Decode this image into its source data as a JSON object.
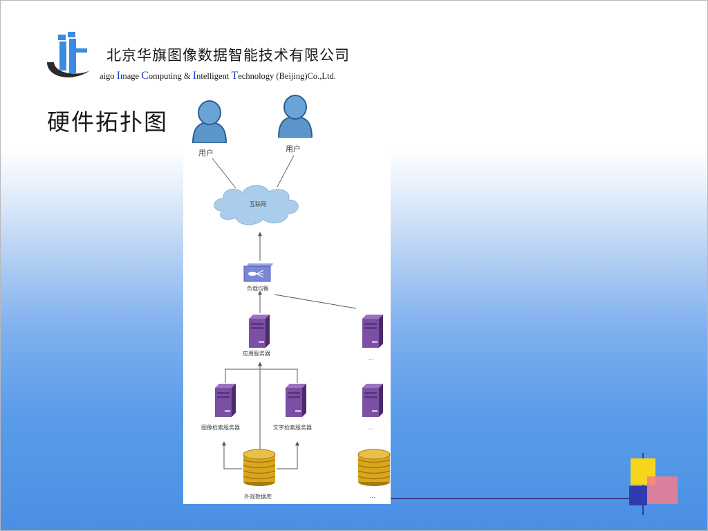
{
  "header": {
    "company_cn": "北京华旗图像数据智能技术有限公司",
    "company_en": {
      "p1": "aigo ",
      "c1": "I",
      "p2": "mage ",
      "c2": "C",
      "p3": "omputing & ",
      "c3": "I",
      "p4": "ntelligent ",
      "c4": "T",
      "p5": "echnology (Beijing)Co.,Ltd."
    }
  },
  "slide": {
    "title": "硬件拓扑图"
  },
  "diagram": {
    "user_left": "用户",
    "user_right": "用户",
    "internet": "互联网",
    "load_balancer": "负载均衡",
    "app_server": "应用服务器",
    "image_search_server": "图像检索服务器",
    "text_search_server": "文字检索服务器",
    "external_db": "外观数据库",
    "ellipsis": "..."
  },
  "colors": {
    "accent_blue": "#1f3fd6",
    "server_purple": "#6b3d8f",
    "db_gold": "#c99a16",
    "cloud_blue": "#a9cdea",
    "user_blue": "#5b95c9"
  }
}
